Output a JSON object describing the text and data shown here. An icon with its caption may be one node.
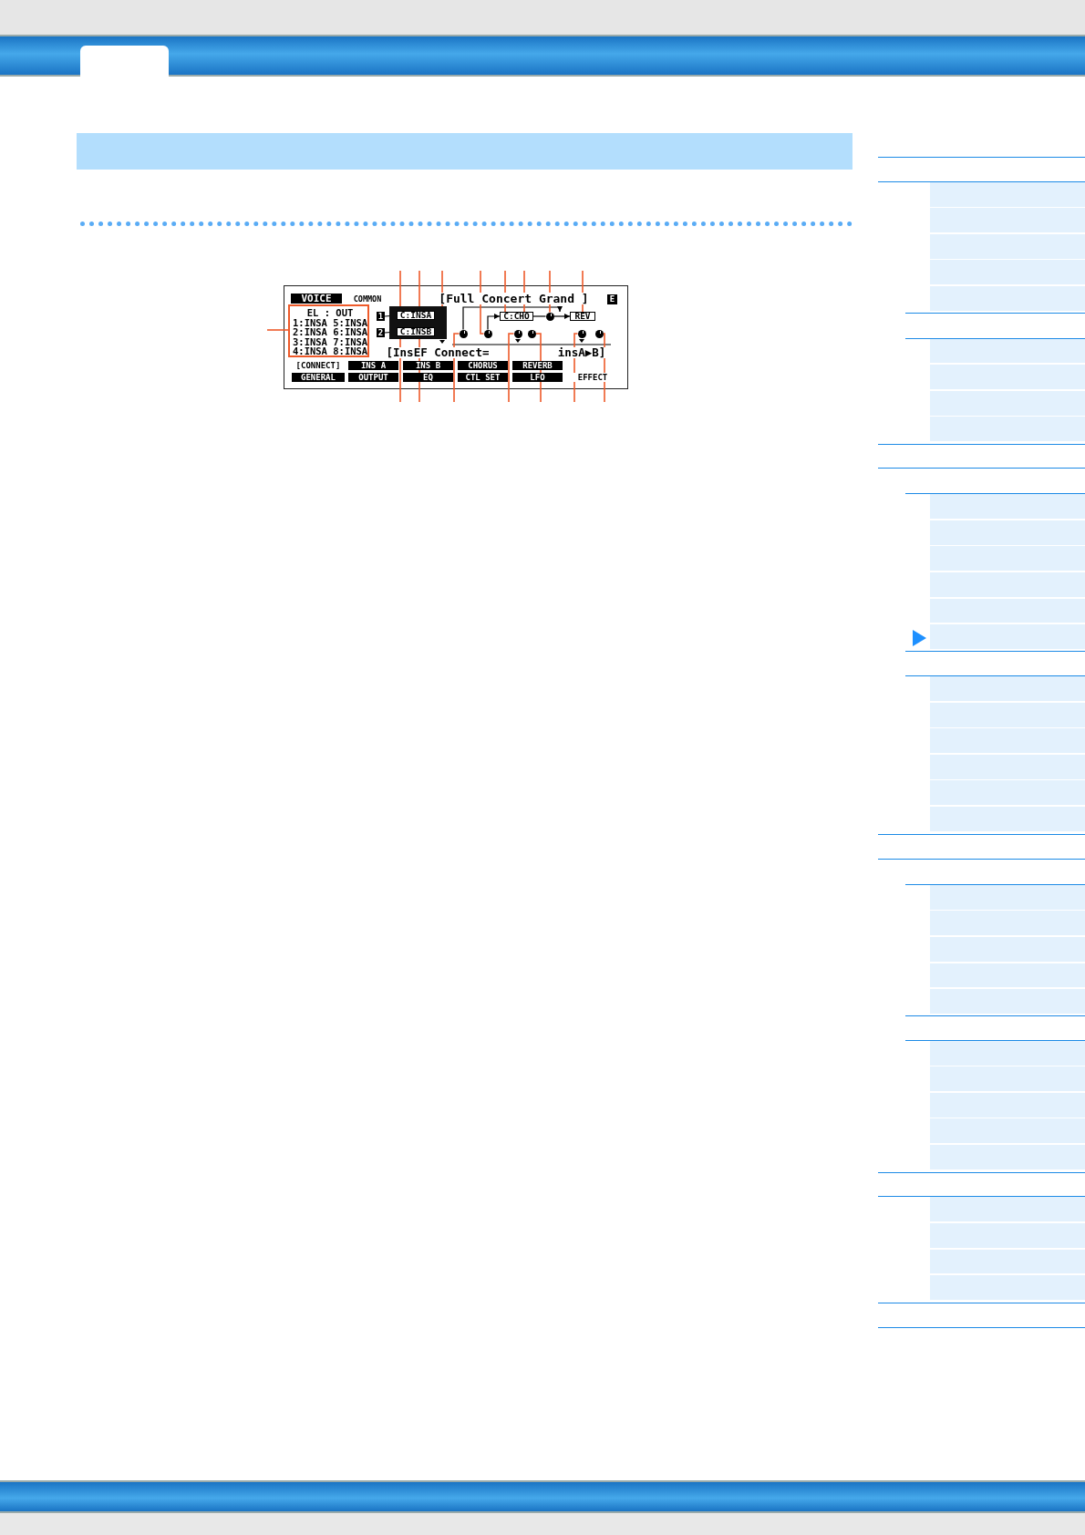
{
  "diagram": {
    "nodes": [
      {
        "text": [
          "EL : OUT",
          "1:INSA 5:INSA",
          "2:INSA 6:INSA",
          "3:INSA 7:INSA",
          "4:INSA 8:INSA"
        ]
      },
      {
        "text": [],
        "shape": "box"
      },
      {
        "text": [
          "1"
        ]
      },
      {
        "text": [
          "C:INSA"
        ],
        "in": 1
      },
      {
        "text": [
          "2"
        ]
      },
      {
        "text": [
          "C:INSB"
        ],
        "in": 1
      },
      {
        "text": [
          "C:CHO"
        ]
      },
      {
        "text": [],
        "shape": "circle"
      },
      {
        "text": [
          "REV"
        ]
      },
      {
        "text": [],
        "shape": "circle"
      },
      {
        "text": [],
        "shape": "circle"
      },
      {
        "text": [],
        "shape": "circle"
      },
      {
        "text": [],
        "shape": "circle"
      },
      {
        "text": [],
        "shape": "circle"
      },
      {
        "text": [],
        "shape": "circle"
      },
      {
        "text": [],
        "shape": "bar"
      }
    ],
    "edges": [
      {
        "from": 2,
        "to": 3,
        "arrow": "none",
        "color": "#000000"
      },
      {
        "from": 4,
        "to": 5,
        "arrow": "none",
        "color": "#000000"
      },
      {
        "from": 10,
        "to": 6,
        "arrow": "to",
        "color": "#000000"
      },
      {
        "from": 6,
        "to": 7,
        "arrow": "none",
        "color": "#000000"
      },
      {
        "from": 7,
        "to": 8,
        "arrow": "to",
        "color": "#000000"
      },
      {
        "from": 9,
        "to": 8,
        "arrow": "to",
        "color": "#000000"
      },
      {
        "from": null,
        "to": 0,
        "arrow": "none",
        "color": "#ee5a2a"
      },
      {
        "from": null,
        "to": 3,
        "arrow": "none",
        "color": "#ee5a2a"
      },
      {
        "from": null,
        "to": 3,
        "arrow": "none",
        "color": "#ee5a2a"
      },
      {
        "from": null,
        "to": 1,
        "arrow": "none",
        "color": "#ee5a2a"
      },
      {
        "from": null,
        "to": 10,
        "arrow": "none",
        "color": "#ee5a2a"
      },
      {
        "from": null,
        "to": 6,
        "arrow": "none",
        "color": "#ee5a2a"
      },
      {
        "from": null,
        "to": 6,
        "arrow": "none",
        "color": "#ee5a2a"
      },
      {
        "from": null,
        "to": 7,
        "arrow": "none",
        "color": "#ee5a2a"
      },
      {
        "from": null,
        "to": 8,
        "arrow": "none",
        "color": "#ee5a2a"
      },
      {
        "from": null,
        "to": 5,
        "arrow": "none",
        "color": "#ee5a2a"
      },
      {
        "from": null,
        "to": 5,
        "arrow": "none",
        "color": "#ee5a2a"
      },
      {
        "from": null,
        "to": 9,
        "arrow": "none",
        "color": "#ee5a2a"
      },
      {
        "from": null,
        "to": 11,
        "arrow": "none",
        "color": "#ee5a2a"
      },
      {
        "from": null,
        "to": 12,
        "arrow": "none",
        "color": "#ee5a2a"
      },
      {
        "from": null,
        "to": 13,
        "arrow": "none",
        "color": "#ee5a2a"
      },
      {
        "from": null,
        "to": 14,
        "arrow": "none",
        "color": "#ee5a2a"
      }
    ],
    "labels": [
      "VOICE",
      "COMMON",
      "[Full Concert Grand ]",
      "E",
      "[InsEF Connect=",
      "insA▶B]",
      "[CONNECT]",
      "INS A",
      "INS B",
      "CHORUS",
      "REVERB",
      "GENERAL",
      "OUTPUT",
      "EQ",
      "CTL SET",
      "LFO",
      "EFFECT"
    ]
  }
}
